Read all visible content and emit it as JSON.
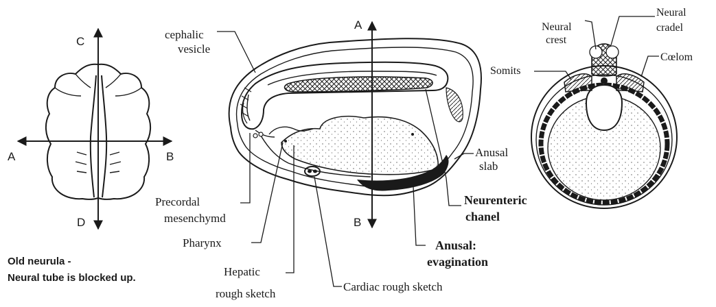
{
  "embryo_top_view": {
    "axis_top": "C",
    "axis_bottom": "D",
    "axis_left": "A",
    "axis_right": "B"
  },
  "sagittal_section": {
    "axis_top": "A",
    "axis_bottom": "B",
    "cephalic_vesicle_line1": "cephalic",
    "cephalic_vesicle_line2": "vesicle",
    "precordal_line1": "Precordal",
    "precordal_line2": "mesenchymd",
    "pharynx": "Pharynx",
    "hepatic_line1": "Hepatic",
    "hepatic_line2": "rough sketch",
    "cardiac": "Cardiac rough sketch",
    "anusal_slab_line1": "Anusal",
    "anusal_slab_line2": "slab",
    "neurenteric_line1": "Neurenteric",
    "neurenteric_line2": "chanel",
    "anusal_evag_line1": "Anusal:",
    "anusal_evag_line2": "evagination"
  },
  "cross_section": {
    "neural_crest_line1": "Neural",
    "neural_crest_line2": "crest",
    "neural_cradel_line1": "Neural",
    "neural_cradel_line2": "cradel",
    "coelom": "Cœlom",
    "somits": "Somits"
  },
  "caption": {
    "line1": "Old neurula -",
    "line2": "Neural tube is blocked up."
  }
}
